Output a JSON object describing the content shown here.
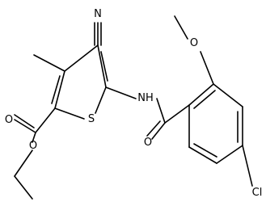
{
  "molecule": {
    "atoms": [
      {
        "id": "N_cyano",
        "label": "N"
      },
      {
        "id": "N_amide",
        "label": "NH"
      },
      {
        "id": "O_methoxy",
        "label": "O"
      },
      {
        "id": "O_ester_carbonyl",
        "label": "O"
      },
      {
        "id": "S_ring",
        "label": "S"
      },
      {
        "id": "O_amide_carbonyl",
        "label": "O"
      },
      {
        "id": "O_ester",
        "label": "O"
      },
      {
        "id": "Cl",
        "label": "Cl"
      }
    ]
  }
}
